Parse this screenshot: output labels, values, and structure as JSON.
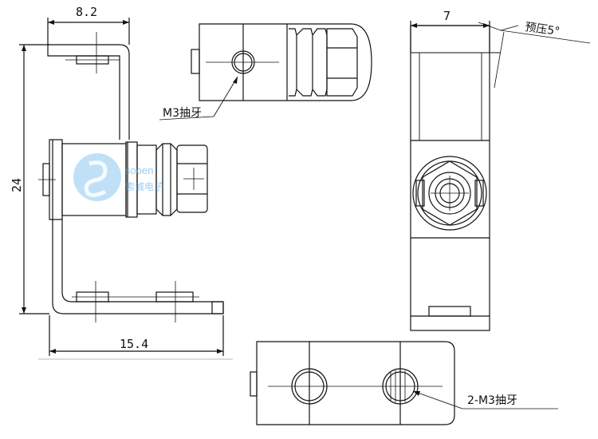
{
  "dimensions": {
    "top_width": "8.2",
    "height": "24",
    "bottom_width": "15.4",
    "side_width": "7"
  },
  "labels": {
    "preload": "预压5°",
    "thread_single": "M3抽牙",
    "thread_double": "2-M3抽牙"
  },
  "watermark": {
    "brand_en": "sooen",
    "brand_cn": "索诚电子",
    "color": "#4aa6e8"
  },
  "line_color": "#111111"
}
